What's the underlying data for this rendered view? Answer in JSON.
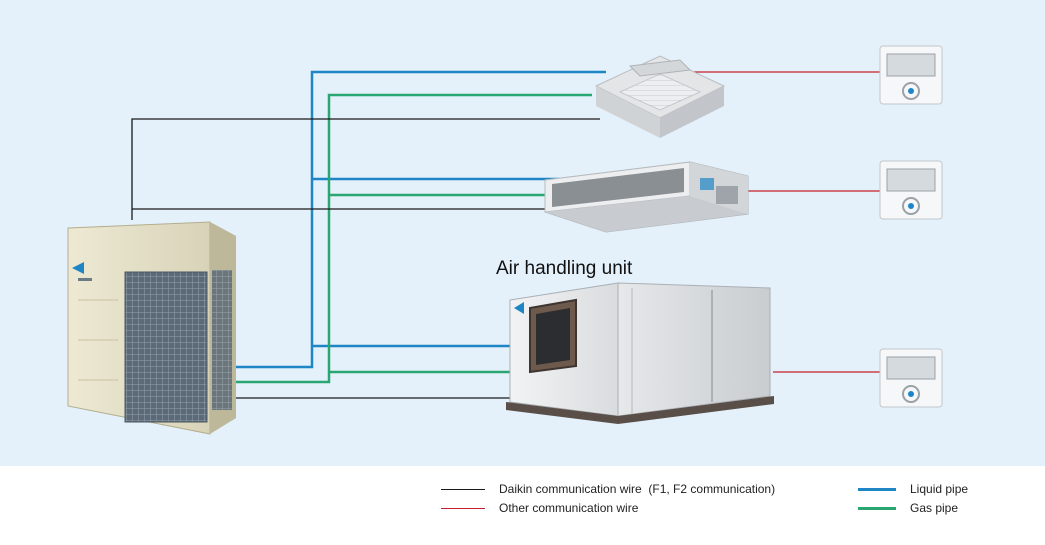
{
  "labels": {
    "air_handling_unit": "Air handling unit"
  },
  "legend": {
    "daikin_comm_wire": "Daikin communication wire  (F1, F2 communication)",
    "other_comm_wire": "Other communication wire",
    "liquid_pipe": "Liquid pipe",
    "gas_pipe": "Gas pipe"
  },
  "colors": {
    "daikin_comm_wire": "#1a1a1a",
    "other_comm_wire": "#c8202a",
    "liquid_pipe": "#1f86c6",
    "gas_pipe": "#2aa672",
    "background": "#e4f1fb"
  }
}
